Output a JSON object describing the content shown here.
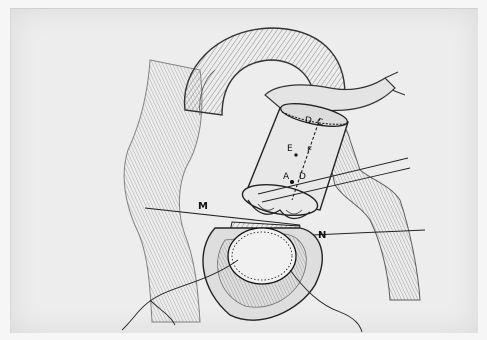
{
  "labels": {
    "A": "A",
    "B": "B",
    "C": "C",
    "D": "D",
    "E": "E",
    "F": "F",
    "M": "M",
    "N": "N"
  }
}
